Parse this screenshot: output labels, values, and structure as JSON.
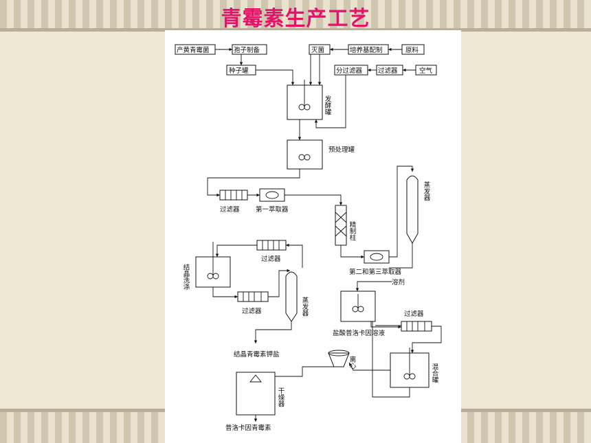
{
  "page": {
    "title": "青霉素生产工艺"
  },
  "nodes": {
    "penicillium": "产黄青霉菌",
    "spore_prep": "孢子制备",
    "seed_tank": "种子罐",
    "sterilization": "灭菌",
    "medium_prep": "培养基配制",
    "raw_material": "原料",
    "sub_filter": "分过滤器",
    "air_filter": "过滤器",
    "air": "空气",
    "fermenter": "发酵罐",
    "pretreat_tank": "预处理罐",
    "filter1": "过滤器",
    "extractor1": "第一萃取器",
    "refining_column": "精制柱",
    "evaporator1": "蒸发器",
    "extractor23": "第二和第三萃取器",
    "filter2": "过滤器",
    "crystal_wash": "结晶洗涤",
    "filter3": "过滤器",
    "evaporator2": "蒸发器",
    "solvent": "溶剂",
    "procaine_solution": "盐酸普洛卡因溶液",
    "filter4": "过滤器",
    "potassium_salt": "结晶青霉素钾盐",
    "centrifuge": "离心",
    "mixing_tank": "混合罐",
    "dryer": "干燥器",
    "procaine_penicillin": "普洛卡因青霉素"
  }
}
